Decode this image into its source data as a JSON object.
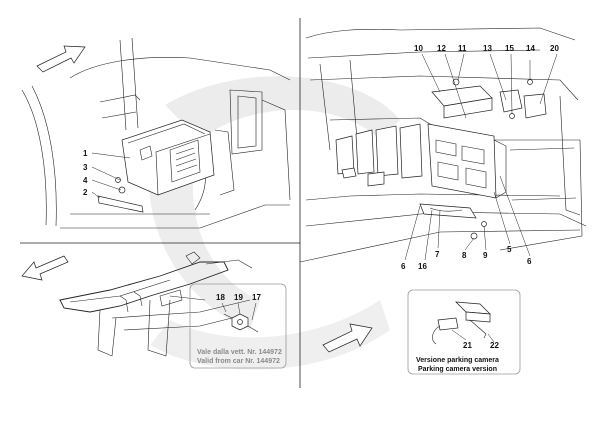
{
  "colors": {
    "ink": "#222222",
    "watermark": "#e6e6e6",
    "panel_border": "#9a9a9a"
  },
  "icons": [
    "direction-arrow-icon"
  ],
  "left_top": {
    "callouts": [
      "1",
      "3",
      "4",
      "2"
    ]
  },
  "left_bottom": {
    "inset": {
      "callouts": [
        "18",
        "19",
        "17"
      ],
      "note_it": "Vale dalla vett. Nr. 144972",
      "note_en": "Valid from car Nr. 144972"
    }
  },
  "right": {
    "callouts_top": [
      "10",
      "11",
      "12",
      "13",
      "15",
      "14",
      "20"
    ],
    "callouts_bottom": [
      "6",
      "16",
      "7",
      "8",
      "9",
      "5",
      "6"
    ],
    "inset": {
      "callouts": [
        "21",
        "22"
      ],
      "caption_it": "Versione parking camera",
      "caption_en": "Parking camera version"
    }
  }
}
